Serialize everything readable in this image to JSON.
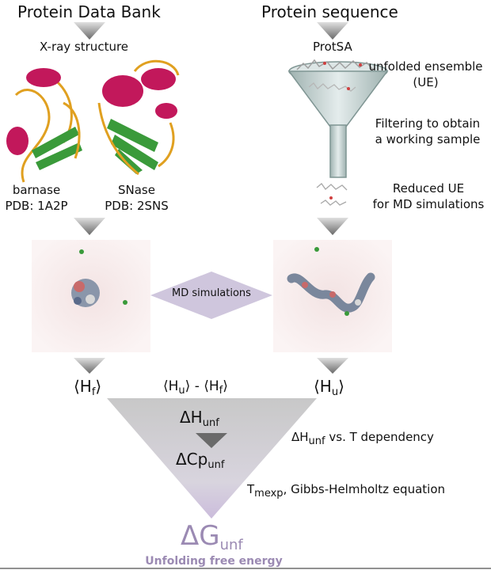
{
  "left": {
    "title": "Protein Data Bank",
    "step1": "X-ray structure",
    "protein1_name": "barnase",
    "protein1_pdb": "PDB: 1A2P",
    "protein2_name": "SNase",
    "protein2_pdb": "PDB: 2SNS",
    "output_main": "⟨H",
    "output_sub": "f",
    "output_end": "⟩"
  },
  "right": {
    "title": "Protein sequence",
    "step1": "ProtSA",
    "ue_line1": "unfolded ensemble",
    "ue_line2": "(UE)",
    "filter_line1": "Filtering to obtain",
    "filter_line2": "a working sample",
    "reduced_line1": "Reduced UE",
    "reduced_line2": "for MD simulations",
    "output_main": "⟨H",
    "output_sub": "u",
    "output_end": "⟩"
  },
  "center": {
    "md_label": "MD simulations",
    "diff_a": "⟨H",
    "diff_a_sub": "u",
    "diff_mid": "⟩ - ⟨H",
    "diff_b_sub": "f",
    "diff_end": "⟩",
    "dh_main": "ΔH",
    "dh_sub": "unf",
    "dcp_main": "ΔCp",
    "dcp_sub": "unf",
    "note1_main": "ΔH",
    "note1_sub": "unf",
    "note1_rest": " vs. T dependency",
    "note2_main": "T",
    "note2_sub": "mexp",
    "note2_rest": ", Gibbs-Helmholtz equation",
    "dg_main": "ΔG",
    "dg_sub": "unf",
    "final_label": "Unfolding free energy"
  },
  "colors": {
    "arrow": "#7a7a7a",
    "funnel": "#cfd8d8",
    "triangle": "#cfcfcf",
    "md_diamond": "#cfc6dd",
    "helix": "#c2185b",
    "sheet": "#3a9a3a",
    "loop": "#e0a020",
    "accent": "#9b8ab3"
  }
}
